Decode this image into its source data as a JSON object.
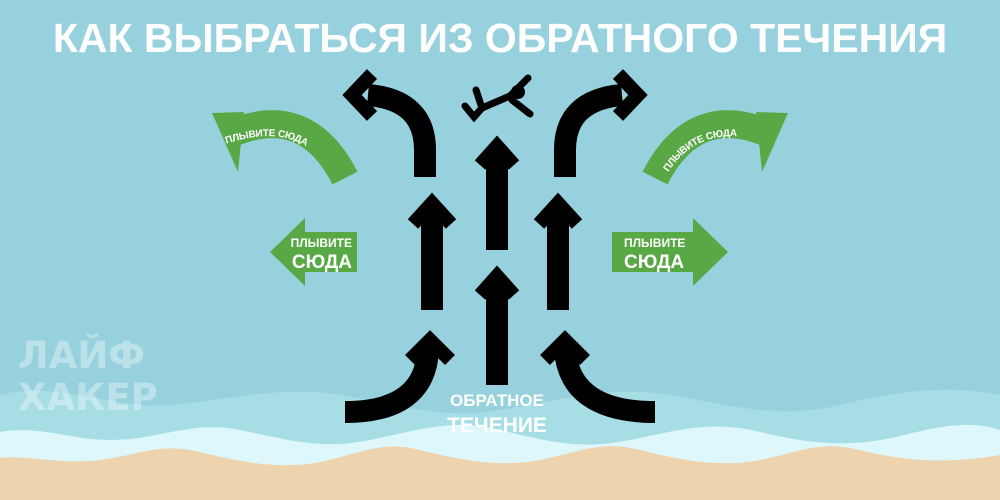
{
  "title": "КАК ВЫБРАТЬСЯ ИЗ ОБРАТНОГО ТЕЧЕНИЯ",
  "swim_here_curved_left": "ПЛЫВИТЕ СЮДА",
  "swim_here_curved_right": "ПЛЫВИТЕ СЮДА",
  "swim_here_left": {
    "line1": "ПЛЫВИТЕ",
    "line2": "СЮДА"
  },
  "swim_here_right": {
    "line1": "ПЛЫВИТЕ",
    "line2": "СЮДА"
  },
  "current_label": {
    "line1": "ОБРАТНОЕ",
    "line2": "ТЕЧЕНИЕ"
  },
  "watermark": {
    "line1": "ЛАЙФ",
    "line2": "ХАКЕР"
  },
  "colors": {
    "water": "#97d1de",
    "green": "#58a845",
    "sand": "#edd3ae",
    "foam": "#ddf7fa",
    "wave": "#a7dee6"
  }
}
